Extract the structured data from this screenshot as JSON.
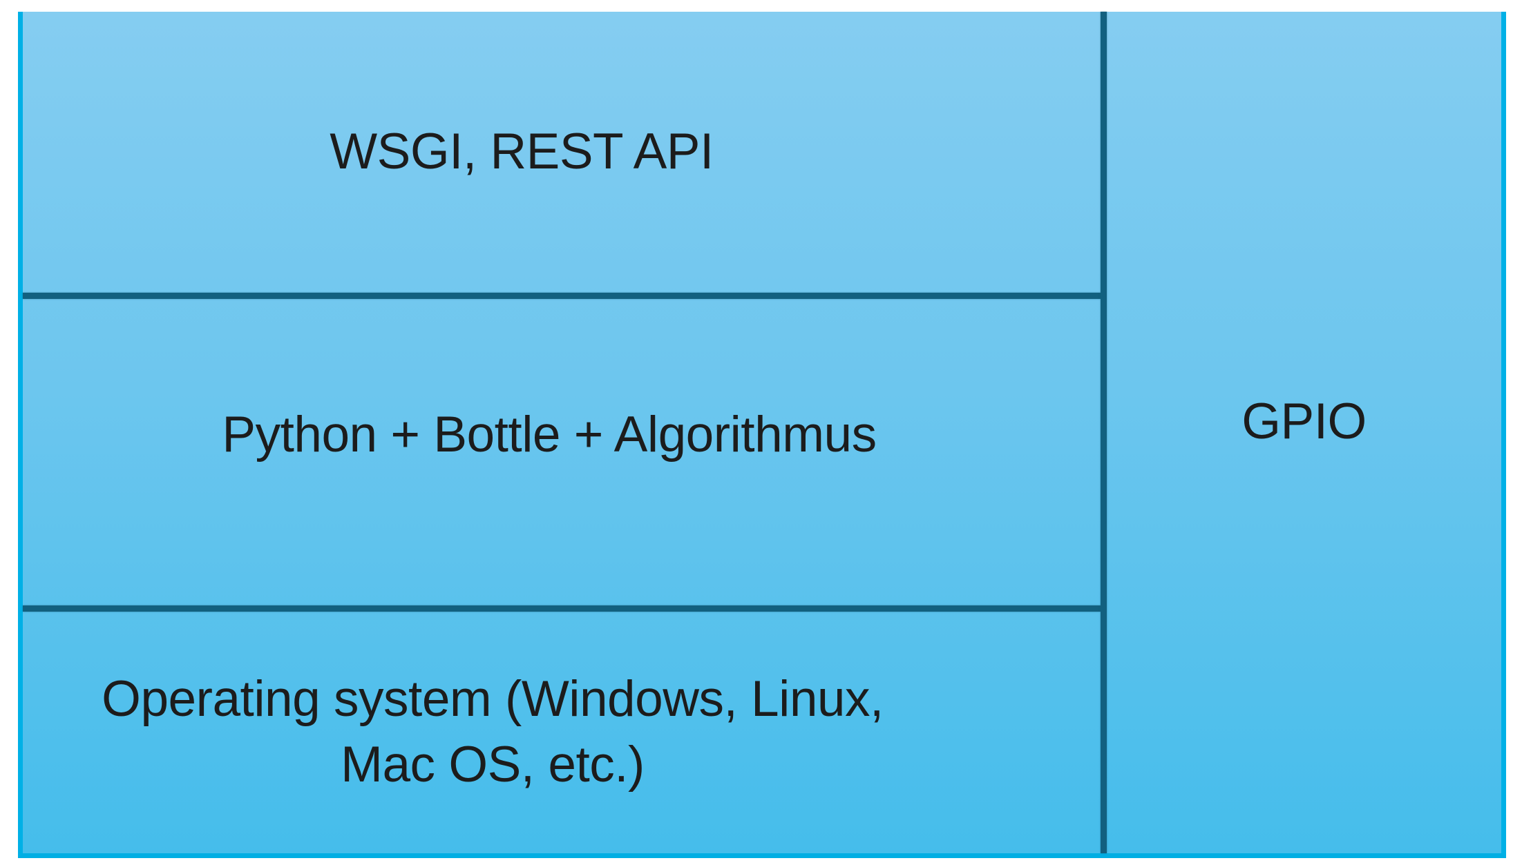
{
  "diagram": {
    "title": "software-stack-block-diagram",
    "layers": [
      {
        "id": "wsgi-rest-api",
        "label": "WSGI, REST API"
      },
      {
        "id": "python-bottle-algorithmus",
        "label": "Python + Bottle + Algorithmus"
      },
      {
        "id": "operating-system",
        "label": "Operating system (Windows, Linux,\nMac OS, etc.)"
      }
    ],
    "side_column": {
      "id": "gpio",
      "label": "GPIO"
    },
    "colors": {
      "fill_top": "#85cdf1",
      "fill_bottom": "#45bdeb",
      "outer_border": "#00b0e6",
      "inner_divider": "#12607f",
      "text": "#1c1c1c",
      "page_background": "#ffffff"
    }
  }
}
